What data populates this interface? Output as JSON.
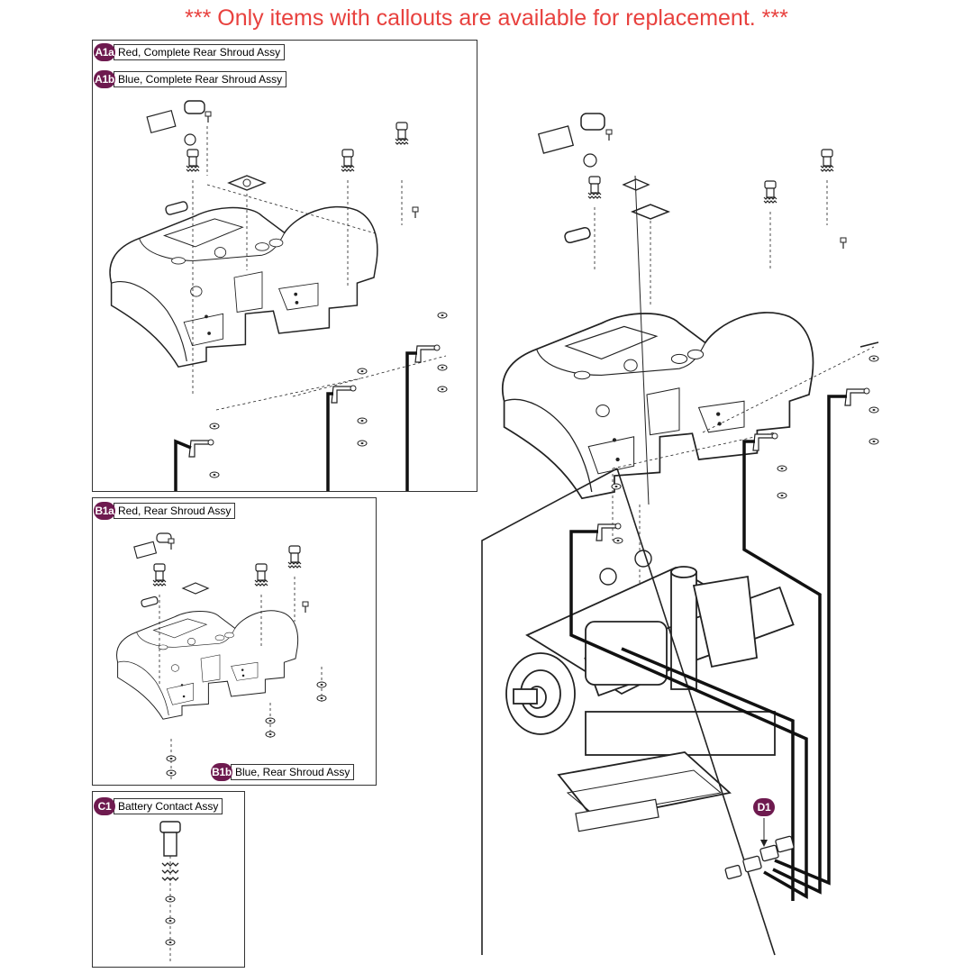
{
  "header": {
    "notice": "*** Only items with callouts are available for replacement. ***"
  },
  "callouts": {
    "a1a": {
      "code": "A1a",
      "label": "Red, Complete Rear Shroud Assy"
    },
    "a1b": {
      "code": "A1b",
      "label": "Blue, Complete Rear Shroud Assy"
    },
    "b1a": {
      "code": "B1a",
      "label": "Red, Rear Shroud Assy"
    },
    "b1b": {
      "code": "B1b",
      "label": "Blue, Rear Shroud Assy"
    },
    "c1": {
      "code": "C1",
      "label": "Battery Contact Assy"
    },
    "d1": {
      "code": "D1"
    }
  },
  "colors": {
    "notice": "#e8413e",
    "badge": "#6e1a4f",
    "line": "#222222"
  }
}
